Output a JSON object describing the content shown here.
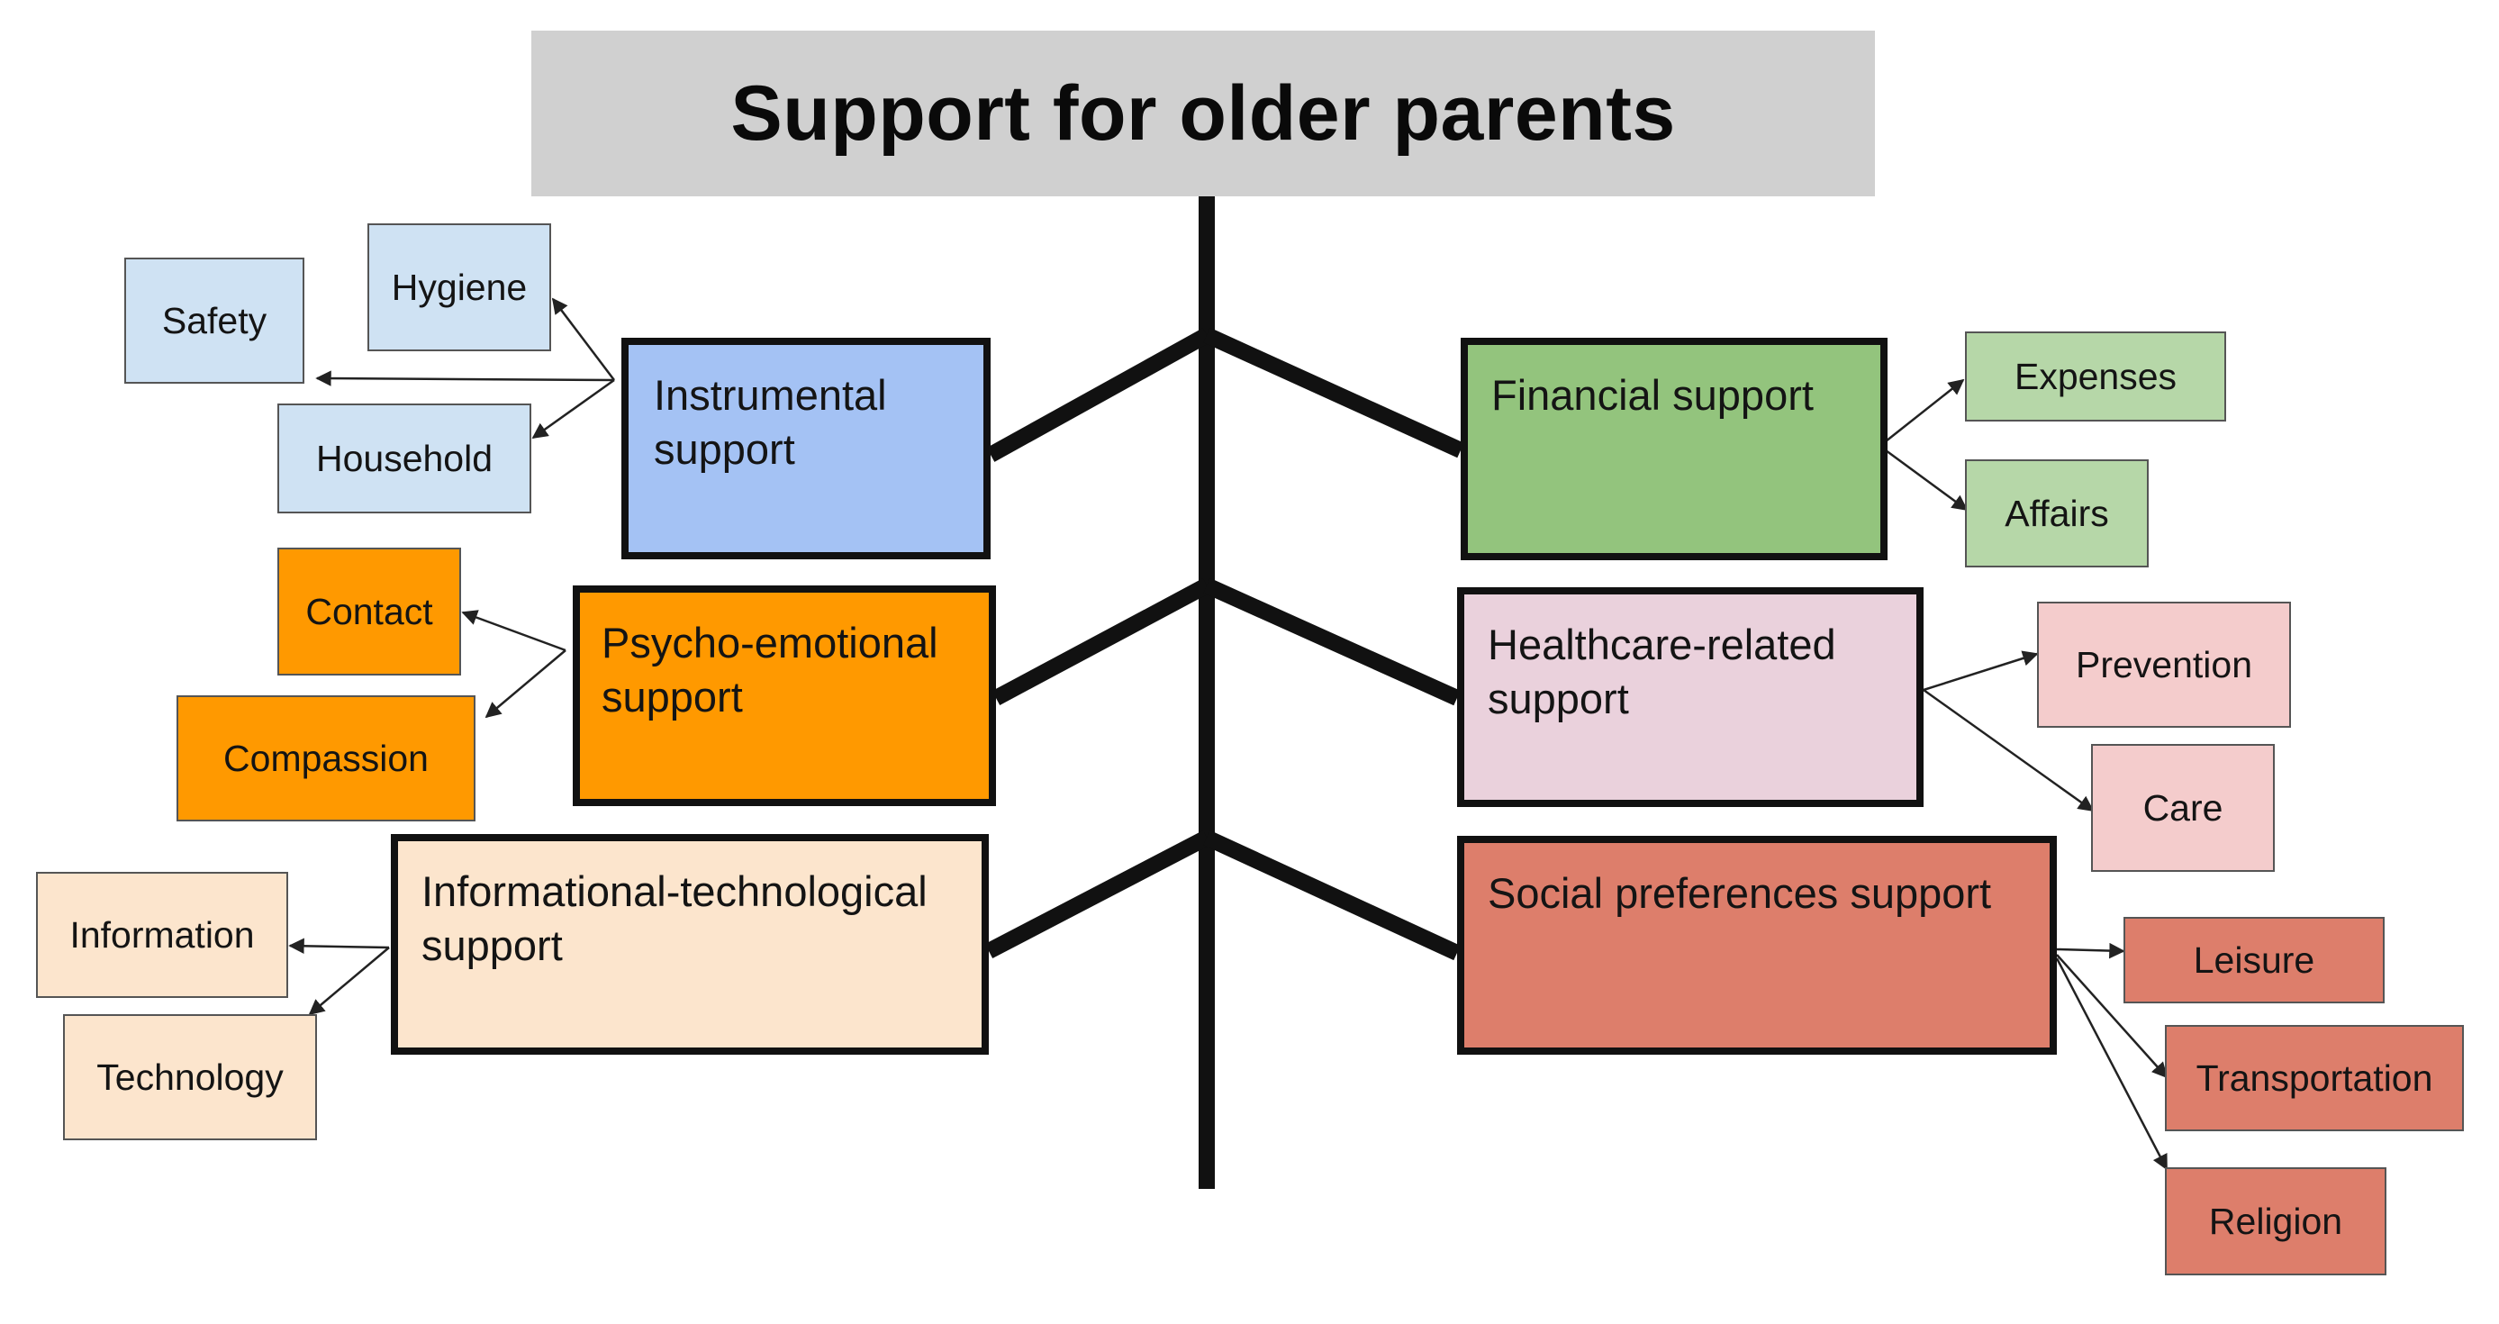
{
  "title": "Support for older parents",
  "colors": {
    "title_bar": "#d0d0d0",
    "line": "#111111",
    "instrumental_main": "#a4c2f4",
    "instrumental_sub": "#cfe2f3",
    "psycho_main": "#ff9900",
    "psycho_sub": "#ff9900",
    "informational_main": "#fce5cd",
    "informational_sub": "#fce5cd",
    "financial_main": "#93c47d",
    "financial_sub": "#b6d7a8",
    "healthcare_main": "#ead1dc",
    "healthcare_sub": "#f4cccc",
    "social_main": "#dd7e6b",
    "social_sub": "#dd7e6b"
  },
  "categories": [
    {
      "id": "instrumental",
      "label": "Instrumental support",
      "side": "left",
      "subs": [
        {
          "id": "hygiene",
          "label": "Hygiene"
        },
        {
          "id": "safety",
          "label": "Safety"
        },
        {
          "id": "household",
          "label": "Household"
        }
      ]
    },
    {
      "id": "psycho",
      "label": "Psycho-emotional support",
      "side": "left",
      "subs": [
        {
          "id": "contact",
          "label": "Contact"
        },
        {
          "id": "compassion",
          "label": "Compassion"
        }
      ]
    },
    {
      "id": "informational",
      "label": "Informational-technological support",
      "side": "left",
      "subs": [
        {
          "id": "information",
          "label": "Information"
        },
        {
          "id": "technology",
          "label": "Technology"
        }
      ]
    },
    {
      "id": "financial",
      "label": "Financial support",
      "side": "right",
      "subs": [
        {
          "id": "expenses",
          "label": "Expenses"
        },
        {
          "id": "affairs",
          "label": "Affairs"
        }
      ]
    },
    {
      "id": "healthcare",
      "label": "Healthcare-related support",
      "side": "right",
      "subs": [
        {
          "id": "prevention",
          "label": "Prevention"
        },
        {
          "id": "care",
          "label": "Care"
        }
      ]
    },
    {
      "id": "social",
      "label": "Social preferences support",
      "side": "right",
      "subs": [
        {
          "id": "leisure",
          "label": "Leisure"
        },
        {
          "id": "transportation",
          "label": "Transportation"
        },
        {
          "id": "religion",
          "label": "Religion"
        }
      ]
    }
  ]
}
